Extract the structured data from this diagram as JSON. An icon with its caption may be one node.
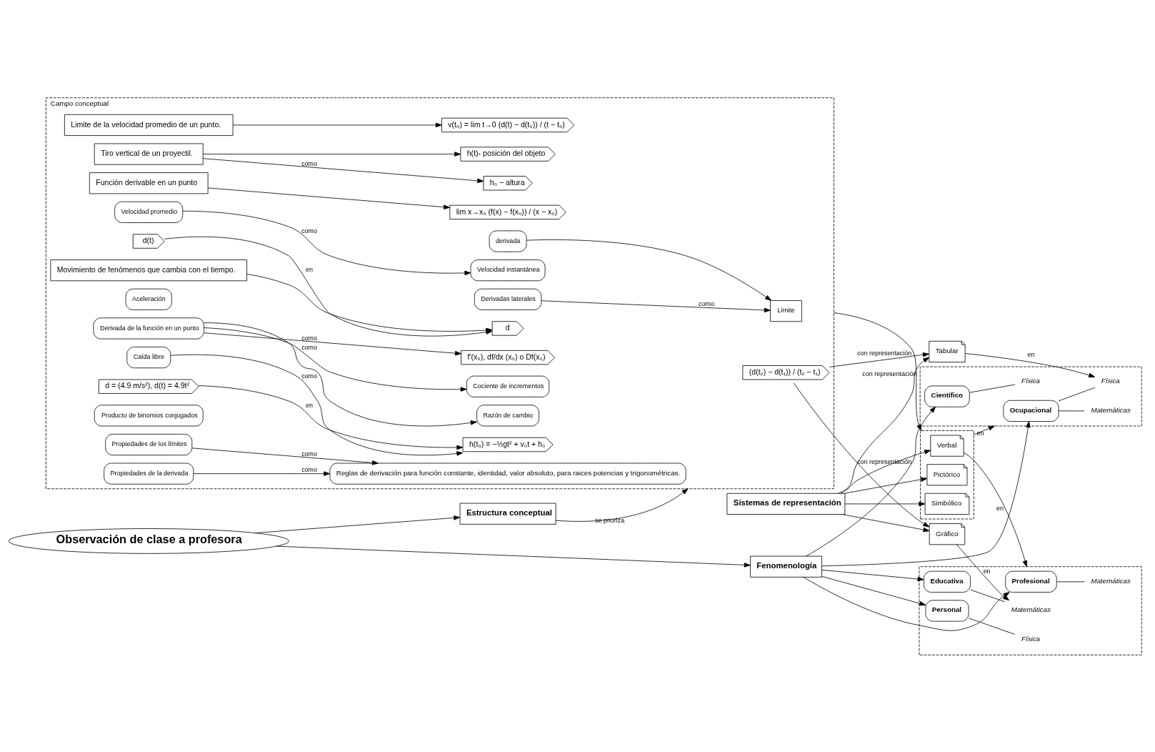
{
  "diagram": {
    "nodes": [
      {
        "text": [
          "Observación de clase a profesora"
        ]
      },
      {
        "text": [
          "Estructura conceptual"
        ]
      },
      {
        "text": [
          "Fenomenología"
        ]
      },
      {
        "text": [
          "Sistemas de representación"
        ]
      },
      {
        "text": [
          "Campo conceptual"
        ]
      },
      {
        "text": [
          "Límite"
        ],
        "in": 4
      },
      {
        "text": [
          "Movimiento de fenómenos que cambia con el tiempo."
        ],
        "in": 4
      },
      {
        "text": [
          "Limite de la velocidad promedio de un punto."
        ],
        "in": 4
      },
      {
        "text": [
          "Tiro vertical de un proyectil."
        ],
        "in": 4
      },
      {
        "text": [
          "Función derivable en un punto"
        ],
        "in": 4
      },
      {
        "text": [
          "derivada"
        ],
        "in": 4
      },
      {
        "text": [
          "Velocidad instantánea"
        ],
        "in": 4
      },
      {
        "text": [
          "Velocidad promedio"
        ],
        "in": 4
      },
      {
        "text": [
          "Caída libre"
        ],
        "in": 4
      },
      {
        "text": [
          "Aceleración"
        ],
        "in": 4
      },
      {
        "text": [
          "Derivadas laterales"
        ],
        "in": 4
      },
      {
        "text": [
          "Razón de cambio"
        ],
        "in": 4
      },
      {
        "text": [
          "Cociente de incrementos"
        ],
        "in": 4
      },
      {
        "text": [
          "Derivada de la función en un punto"
        ],
        "in": 4
      },
      {
        "text": [
          "Propiedades de los límites"
        ],
        "in": 4
      },
      {
        "text": [
          "Propiedades de la derivada"
        ],
        "in": 4
      },
      {
        "text": [
          "Producto de binomios conjugados"
        ],
        "in": 4
      },
      {
        "text": [
          "d = (4.9 m/s²), d(t) = 4.9t²"
        ],
        "in": 4
      },
      {
        "text": [
          "d"
        ],
        "in": 4
      },
      {
        "text": [
          "d(t)"
        ],
        "in": 4
      },
      {
        "text": [
          "(d(t₂) − d(t₁)) / (t₂ − t₁)"
        ],
        "in": 4
      },
      {
        "text": [
          "v(t₀) = lim t→0 (d(t) − d(t₀)) / (t − t₀)"
        ],
        "in": 4
      },
      {
        "text": [
          "h₀ − altura"
        ],
        "in": 4
      },
      {
        "text": [
          "h(t)- posición del objeto"
        ],
        "in": 4
      },
      {
        "text": [
          "h(t₀) = −½gt² + v₀t + h₀"
        ],
        "in": 4
      },
      {
        "text": [
          "lim x→x₀ (f(x) − f(x₀)) / (x − x₀)"
        ],
        "in": 4
      },
      {
        "text": [
          "f′(x₀), df/dx (x₀) o Df(x₀)"
        ],
        "in": 4
      },
      {
        "text": [
          "Reglas de derivación para función constante, identidad, valor absoluto, para raices potencias y trigonométricas."
        ],
        "in": 4
      },
      {
        "text": [],
        "shape": "box"
      },
      {
        "text": [
          "Verbal"
        ],
        "in": 33
      },
      {
        "text": [
          "Pictórico"
        ],
        "in": 33
      },
      {
        "text": [
          "Simbólico"
        ],
        "in": 33
      },
      {
        "text": [
          "Tabular"
        ]
      },
      {
        "text": [
          "Gráfico"
        ]
      },
      {
        "text": [],
        "shape": "box"
      },
      {
        "text": [
          "Ocupacional"
        ],
        "in": 39
      },
      {
        "text": [
          "Matemáticas"
        ],
        "in": 39
      },
      {
        "text": [
          "Física"
        ],
        "in": 39
      },
      {
        "text": [
          "Científico"
        ],
        "in": 39
      },
      {
        "text": [
          "Física"
        ],
        "in": 39
      },
      {
        "text": [],
        "shape": "box"
      },
      {
        "text": [
          "Profesional"
        ],
        "in": 45
      },
      {
        "text": [
          "Matemáticas"
        ],
        "in": 45
      },
      {
        "text": [
          "Personal"
        ],
        "in": 45
      },
      {
        "text": [
          "Física"
        ],
        "in": 45
      },
      {
        "text": [
          "Educativa"
        ],
        "in": 45
      },
      {
        "text": [
          "Matemáticas"
        ],
        "in": 45
      }
    ],
    "edges": [
      {
        "from": 0,
        "to": 1,
        "arrow": "to"
      },
      {
        "from": 0,
        "to": 2,
        "arrow": "to"
      },
      {
        "from": 1,
        "to": 4,
        "label": "se prioriza",
        "arrow": "to"
      },
      {
        "from": 15,
        "to": 5,
        "label": "como",
        "arrow": "to"
      },
      {
        "from": 10,
        "to": 5,
        "arrow": "to"
      },
      {
        "from": 6,
        "to": 23,
        "arrow": "to"
      },
      {
        "from": 24,
        "to": 23,
        "label": "en",
        "arrow": "to"
      },
      {
        "from": 7,
        "to": 26,
        "arrow": "to"
      },
      {
        "from": 8,
        "to": 27,
        "label": "como",
        "arrow": "to"
      },
      {
        "from": 8,
        "to": 28,
        "arrow": "to"
      },
      {
        "from": 9,
        "to": 30,
        "arrow": "to"
      },
      {
        "from": 22,
        "to": 29,
        "label": "en",
        "arrow": "to"
      },
      {
        "from": 13,
        "to": 29,
        "label": "como",
        "arrow": "to"
      },
      {
        "from": 12,
        "to": 11,
        "label": "como",
        "arrow": "to"
      },
      {
        "from": 18,
        "to": 31,
        "label": "como",
        "arrow": "to"
      },
      {
        "from": 18,
        "to": 16,
        "arrow": "to"
      },
      {
        "from": 18,
        "to": 17,
        "label": "como",
        "arrow": "to"
      },
      {
        "from": 19,
        "to": 32,
        "label": "como",
        "arrow": "to"
      },
      {
        "from": 20,
        "to": 32,
        "label": "como",
        "arrow": "to"
      },
      {
        "from": 4,
        "to": 33,
        "label": "con representación",
        "arrow": "to"
      },
      {
        "from": 25,
        "to": 37,
        "label": "con representación",
        "arrow": "to"
      },
      {
        "from": 25,
        "to": 38,
        "label": "con representación",
        "arrow": "to"
      },
      {
        "from": 3,
        "to": 34,
        "arrow": "to"
      },
      {
        "from": 3,
        "to": 35,
        "arrow": "to"
      },
      {
        "from": 3,
        "to": 36,
        "arrow": "to"
      },
      {
        "from": 3,
        "to": 37,
        "arrow": "to"
      },
      {
        "from": 3,
        "to": 38,
        "arrow": "to"
      },
      {
        "from": 33,
        "to": 39,
        "label": "en",
        "arrow": "to"
      },
      {
        "from": 37,
        "to": 42,
        "label": "en",
        "arrow": "to"
      },
      {
        "from": 34,
        "to": 45,
        "label": "en",
        "arrow": "to"
      },
      {
        "from": 38,
        "to": 51,
        "label": "en",
        "arrow": "to"
      },
      {
        "from": 2,
        "to": 40,
        "arrow": "to"
      },
      {
        "from": 2,
        "to": 43,
        "arrow": "to"
      },
      {
        "from": 2,
        "to": 46,
        "arrow": "to"
      },
      {
        "from": 2,
        "to": 48,
        "arrow": "to"
      },
      {
        "from": 2,
        "to": 50,
        "arrow": "to"
      },
      {
        "from": 40,
        "to": 41,
        "arrow": "none"
      },
      {
        "from": 40,
        "to": 42,
        "arrow": "none"
      },
      {
        "from": 43,
        "to": 44,
        "arrow": "none"
      },
      {
        "from": 46,
        "to": 47,
        "arrow": "none"
      },
      {
        "from": 48,
        "to": 49,
        "arrow": "none"
      },
      {
        "from": 50,
        "to": 51,
        "arrow": "none"
      }
    ]
  }
}
